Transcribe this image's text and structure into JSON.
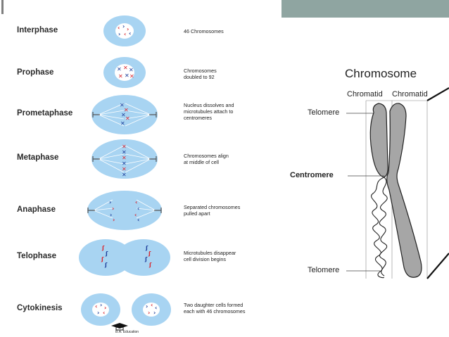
{
  "phases": [
    {
      "name": "Interphase",
      "desc": "46 Chromosomes"
    },
    {
      "name": "Prophase",
      "desc": "Chromosomes\ndoubled to 92"
    },
    {
      "name": "Prometaphase",
      "desc": "Nucleus dissolves and\nmicrotubules attach to\ncentromeres"
    },
    {
      "name": "Metaphase",
      "desc": "Chromosomes align\nat middle of cell"
    },
    {
      "name": "Anaphase",
      "desc": "Separated chromosomes\npulled apart"
    },
    {
      "name": "Telophase",
      "desc": "Microtubules disappear\ncell division begins"
    },
    {
      "name": "Cytokinesis",
      "desc": "Two daughter cells formed\neach with 46 chromosomes"
    }
  ],
  "credit": "B.A. Education",
  "chromosome": {
    "title": "Chromosome",
    "chromatid_left": "Chromatid",
    "chromatid_right": "Chromatid",
    "telomere_top": "Telomere",
    "centromere": "Centromere",
    "telomere_bottom": "Telomere"
  },
  "colors": {
    "cell": "#a8d4f2",
    "chromosome_red": "#d8262e",
    "chromosome_blue": "#1c3d9a",
    "chromatid_fill": "#a6a6a6",
    "header_bar": "#8fa5a1"
  }
}
